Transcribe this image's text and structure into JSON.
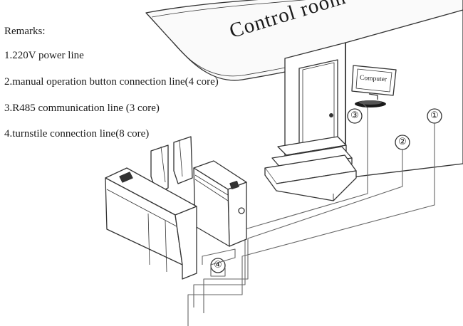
{
  "remarks": {
    "heading": "Remarks:",
    "items": [
      "1.220V power line",
      "2.manual operation button connection line(4 core)",
      "3.R485 communication line (3 core)",
      "4.turnstile connection line(8 core)"
    ]
  },
  "building": {
    "title": "Control room",
    "monitor_label": "Computer"
  },
  "callouts": {
    "power_line": "①",
    "button_line": "②",
    "rs485_line": "③",
    "turnstile_line": "④"
  },
  "colors": {
    "line": "#333333",
    "cable": "#666666",
    "text": "#1a1a1a"
  }
}
